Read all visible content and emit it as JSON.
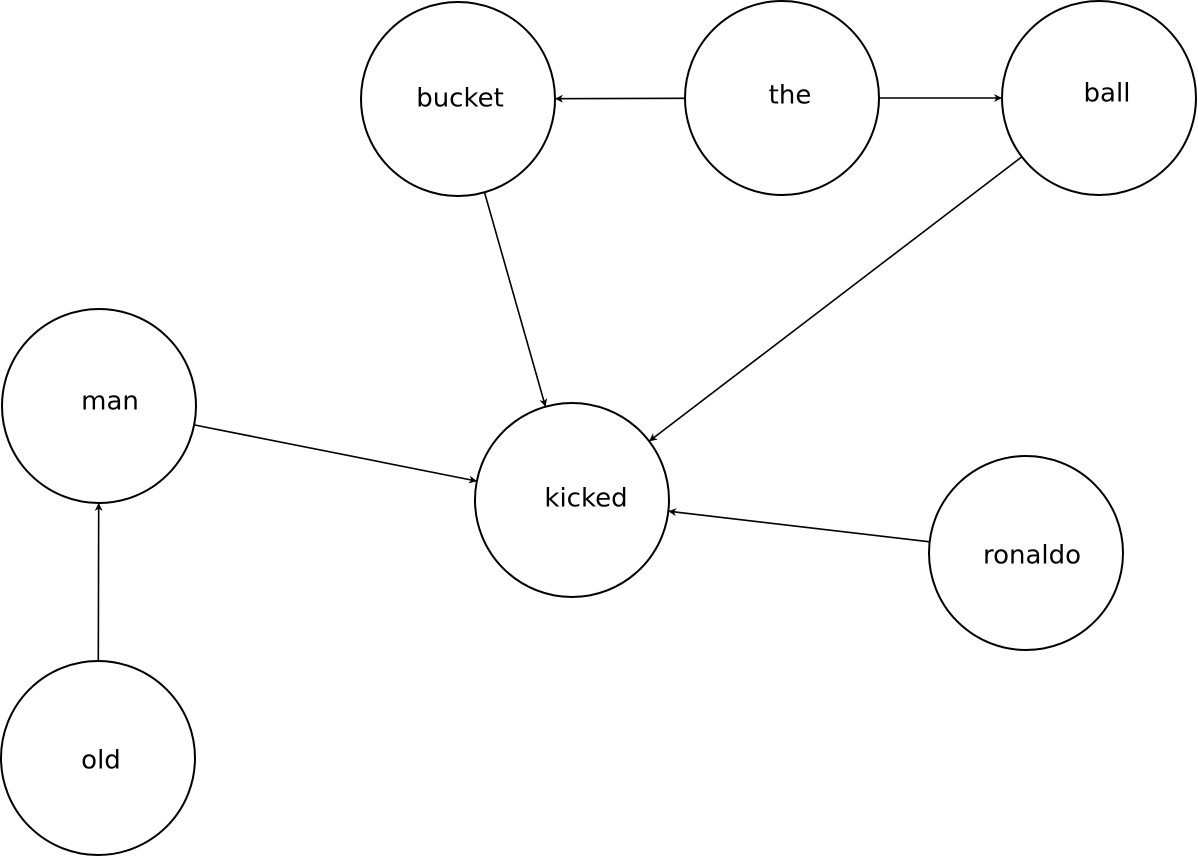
{
  "diagram": {
    "type": "directed-graph",
    "nodes": [
      {
        "id": "bucket",
        "label": "bucket"
      },
      {
        "id": "the",
        "label": "the"
      },
      {
        "id": "ball",
        "label": "ball"
      },
      {
        "id": "man",
        "label": "man"
      },
      {
        "id": "kicked",
        "label": "kicked"
      },
      {
        "id": "ronaldo",
        "label": "ronaldo"
      },
      {
        "id": "old",
        "label": "old"
      }
    ],
    "edges": [
      {
        "from": "the",
        "to": "bucket"
      },
      {
        "from": "the",
        "to": "ball"
      },
      {
        "from": "bucket",
        "to": "kicked"
      },
      {
        "from": "ball",
        "to": "kicked"
      },
      {
        "from": "man",
        "to": "kicked"
      },
      {
        "from": "ronaldo",
        "to": "kicked"
      },
      {
        "from": "old",
        "to": "man"
      }
    ],
    "colors": {
      "stroke": "#000000",
      "fill": "#ffffff",
      "text": "#000000"
    }
  }
}
